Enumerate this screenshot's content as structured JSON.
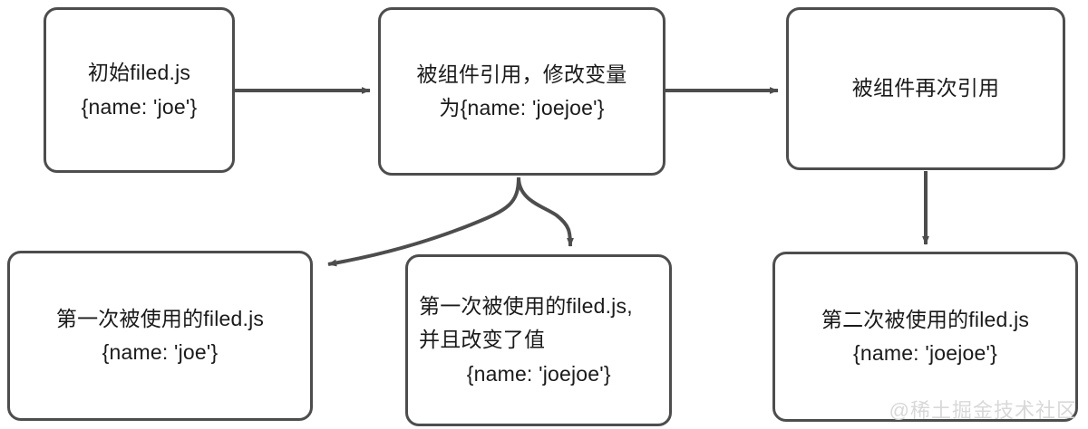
{
  "diagram": {
    "title": "filed.js module reference flow",
    "background_color": "#ffffff",
    "node_border_color": "#4d4d4d",
    "edge_color": "#4d4d4d",
    "text_color": "#1a1a1a",
    "watermark": "@稀土掘金技术社区",
    "watermark_color": "#d8d8d8"
  },
  "nodes": {
    "initial": {
      "lines": [
        "初始filed.js",
        "{name: 'joe'}"
      ],
      "align": "center"
    },
    "referenced": {
      "lines": [
        "被组件引用，修改变量",
        "为{name: 'joejoe'}"
      ],
      "align": "center"
    },
    "rereferenced": {
      "lines": [
        "被组件再次引用"
      ],
      "align": "center"
    },
    "first_use": {
      "lines": [
        "第一次被使用的filed.js",
        "{name: 'joe'}"
      ],
      "align": "center"
    },
    "first_use_changed": {
      "lines": [
        "第一次被使用的filed.js,",
        "并且改变了值",
        "        {name: 'joejoe'}"
      ],
      "align": "left"
    },
    "second_use": {
      "lines": [
        "第二次被使用的filed.js",
        "{name: 'joejoe'}"
      ],
      "align": "center"
    }
  },
  "edges": [
    {
      "name": "initial-to-referenced",
      "from": "initial",
      "to": "referenced",
      "style": "straight-horizontal"
    },
    {
      "name": "referenced-to-rereferenced",
      "from": "referenced",
      "to": "rereferenced",
      "style": "straight-horizontal"
    },
    {
      "name": "referenced-to-first-use",
      "from": "referenced",
      "to": "first_use",
      "style": "curved-down-left"
    },
    {
      "name": "referenced-to-first-use-changed",
      "from": "referenced",
      "to": "first_use_changed",
      "style": "curved-down-right"
    },
    {
      "name": "rereferenced-to-second-use",
      "from": "rereferenced",
      "to": "second_use",
      "style": "straight-vertical"
    }
  ]
}
